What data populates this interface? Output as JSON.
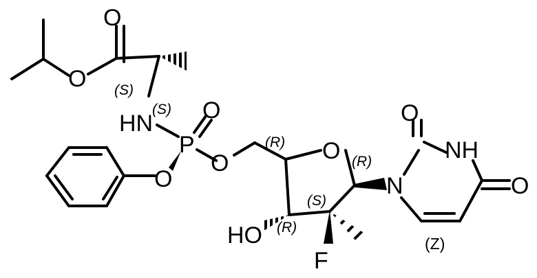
{
  "molecule": {
    "atoms": {
      "carbonyl_o": "O",
      "ester_o": "O",
      "nh": "HN",
      "phosphorus": "P",
      "p_double_o": "O",
      "phenoxy_o": "O",
      "p_ester_o": "O",
      "ring_o": "O",
      "hydroxyl": "HO",
      "fluorine": "F",
      "n1": "N",
      "c2_o": "O",
      "n3h": "NH",
      "c4_o": "O"
    },
    "stereo_labels": {
      "ala_alpha": "(S)",
      "phosphorus": "(S)",
      "c4_sugar": "(R)",
      "c1_sugar": "(R)",
      "c2_sugar": "(S)",
      "c3_sugar": "(R)"
    },
    "double_bond_label": "(Z)"
  }
}
